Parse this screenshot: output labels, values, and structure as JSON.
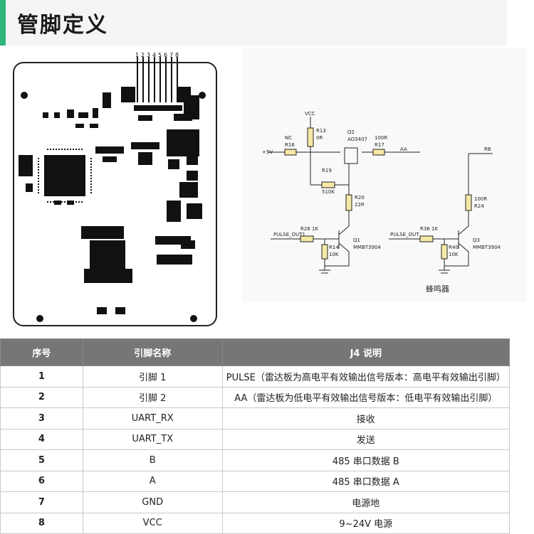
{
  "header": {
    "title": "管脚定义"
  },
  "pcb": {
    "pin_numbers": [
      "1",
      "2",
      "3",
      "4",
      "5",
      "6",
      "7",
      "8"
    ]
  },
  "schematic": {
    "labels": {
      "vcc": "VCC",
      "r13": "R13",
      "r13v": "0R",
      "q2": "Q2",
      "q2v": "AO3407",
      "r17v": "100R",
      "r17": "R17",
      "aa": "AA",
      "nc": "NC",
      "r16": "R16",
      "plus5v": "+5V",
      "r19": "R19",
      "r19v": "510K",
      "r20": "R20",
      "r20v": "22R",
      "r24v": "100R",
      "r24": "R24",
      "pulse1": "PULSE_OUT1",
      "r26": "R26",
      "r26v": "1K",
      "q1": "Q1",
      "q1v": "MMBT3904",
      "r14": "R14",
      "r14v": "10K",
      "pulse2": "PULSE_OUT",
      "r36": "R36",
      "r36v": "1K",
      "r40": "R40",
      "r40v": "10K",
      "q3": "Q3",
      "q3v": "MMBT3904",
      "buzzer": "蜂鸣器",
      "topright": "RB"
    }
  },
  "table": {
    "headers": [
      "序号",
      "引脚名称",
      "J4 说明"
    ],
    "rows": [
      {
        "seq": "1",
        "name": "引脚 1",
        "desc": "PULSE（雷达板为高电平有效输出信号版本：高电平有效输出引脚）"
      },
      {
        "seq": "2",
        "name": "引脚 2",
        "desc": "AA（雷达板为低电平有效输出信号版本：低电平有效输出引脚）"
      },
      {
        "seq": "3",
        "name": "UART_RX",
        "desc": "接收"
      },
      {
        "seq": "4",
        "name": "UART_TX",
        "desc": "发送"
      },
      {
        "seq": "5",
        "name": "B",
        "desc": "485 串口数据 B"
      },
      {
        "seq": "6",
        "name": "A",
        "desc": "485 串口数据 A"
      },
      {
        "seq": "7",
        "name": "GND",
        "desc": "电源地"
      },
      {
        "seq": "8",
        "name": "VCC",
        "desc": "9~24V 电源"
      }
    ]
  }
}
